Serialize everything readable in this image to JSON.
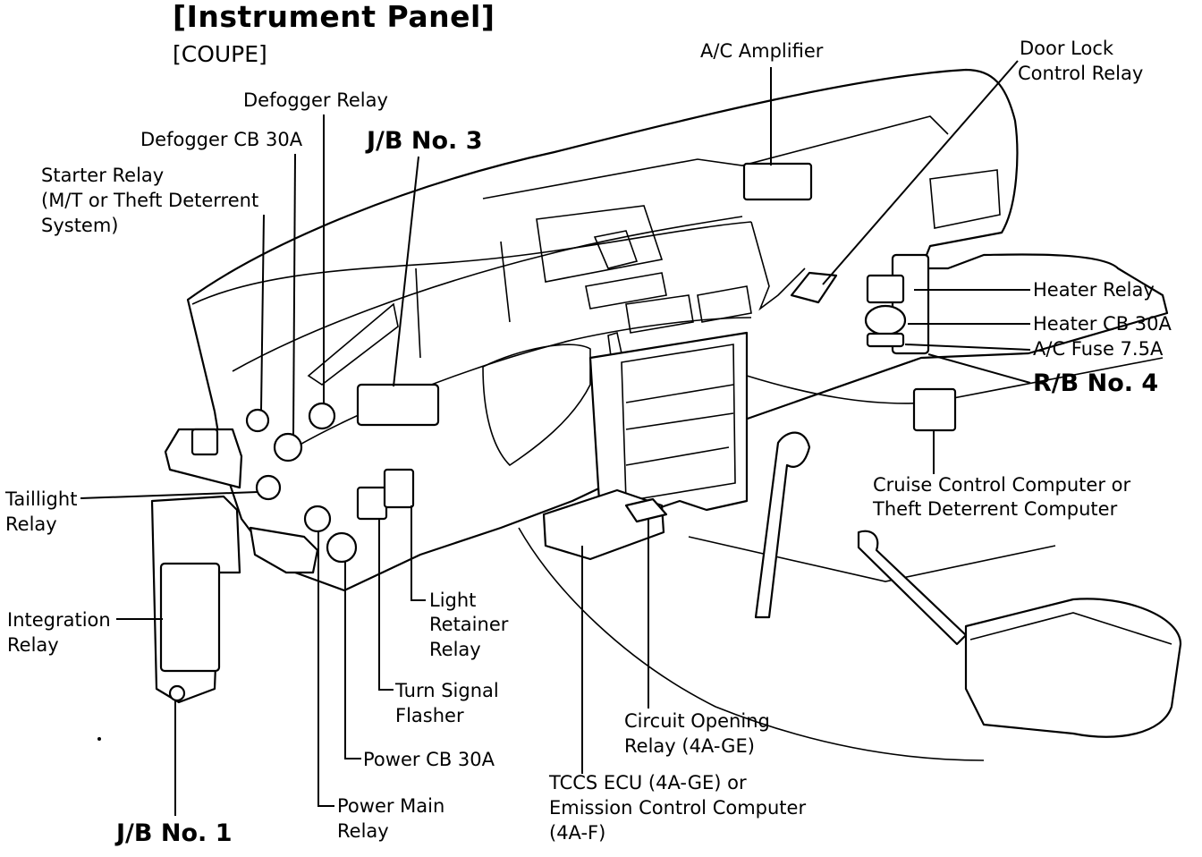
{
  "header": {
    "title": "[Instrument Panel]",
    "subtitle": "[COUPE]"
  },
  "labels": {
    "ac_amplifier": "A/C Amplifier",
    "door_lock_line1": "Door Lock",
    "door_lock_line2": "Control Relay",
    "defogger_relay": "Defogger Relay",
    "defogger_cb": "Defogger CB 30A",
    "jb3": "J/B No. 3",
    "starter_line1": "Starter Relay",
    "starter_line2": "(M/T or Theft Deterrent",
    "starter_line3": "System)",
    "heater_relay": "Heater Relay",
    "heater_cb": "Heater CB 30A",
    "ac_fuse": "A/C Fuse 7.5A",
    "rb4": "R/B No. 4",
    "cruise_line1": "Cruise Control Computer or",
    "cruise_line2": "Theft Deterrent Computer",
    "taillight_line1": "Taillight",
    "taillight_line2": "Relay",
    "integration_line1": "Integration",
    "integration_line2": "Relay",
    "light_retainer_line1": "Light",
    "light_retainer_line2": "Retainer",
    "light_retainer_line3": "Relay",
    "turn_signal_line1": "Turn Signal",
    "turn_signal_line2": "Flasher",
    "power_cb": "Power CB 30A",
    "power_main_line1": "Power Main",
    "power_main_line2": "Relay",
    "circuit_line1": "Circuit Opening",
    "circuit_line2": "Relay (4A-GE)",
    "tccs_line1": "TCCS ECU (4A-GE) or",
    "tccs_line2": "Emission Control Computer",
    "tccs_line3": "(4A-F)",
    "jb1": "J/B No. 1"
  }
}
